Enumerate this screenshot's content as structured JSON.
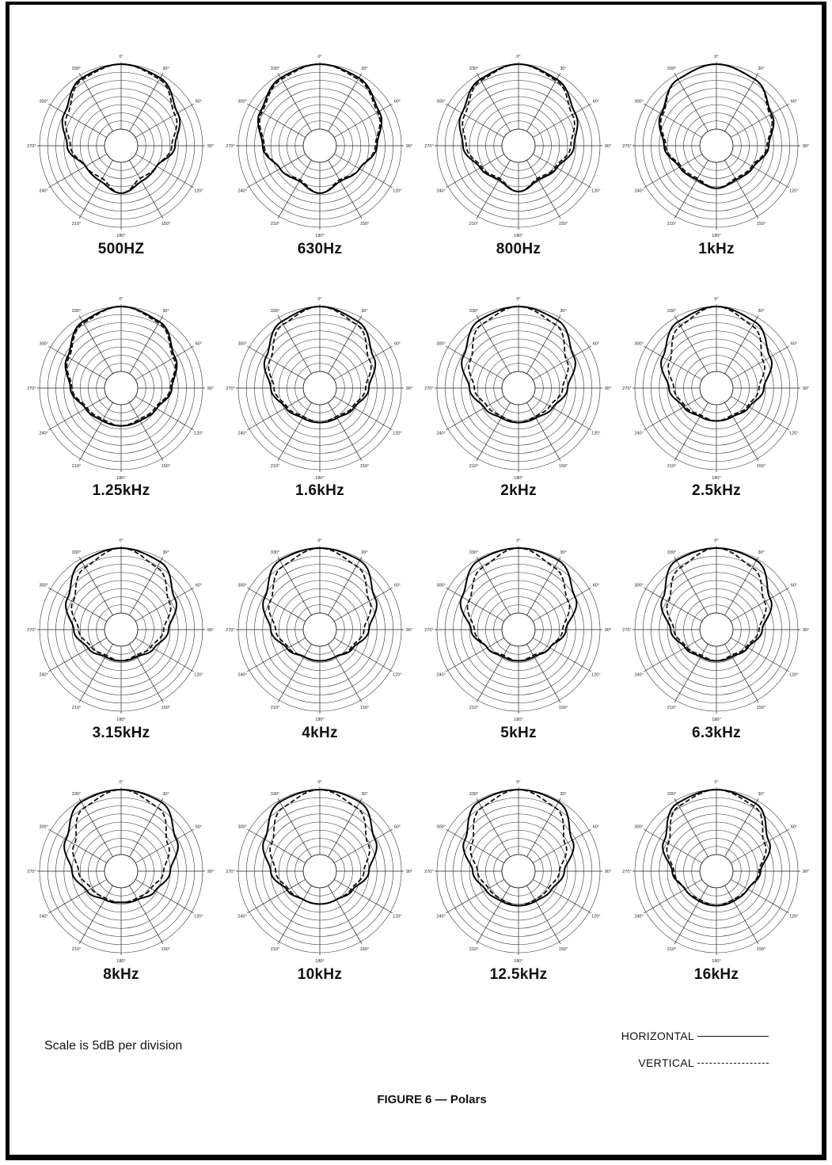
{
  "figure": {
    "caption": "FIGURE 6 — Polars",
    "scale_note": "Scale is 5dB per division",
    "legend": {
      "horizontal_label": "HORIZONTAL",
      "vertical_label": "VERTICAL"
    },
    "angle_labels": [
      "0°",
      "30°",
      "60°",
      "90°",
      "120°",
      "150°",
      "180°",
      "210°",
      "240°",
      "270°",
      "300°",
      "330°"
    ]
  },
  "chart_data": {
    "type": "polar",
    "title": "FIGURE 6 — Polars",
    "note": "Scale is 5dB per division",
    "radial_unit": "dB",
    "radial_range": [
      -40,
      0
    ],
    "radial_divisions_db": 5,
    "angles_deg": [
      0,
      30,
      60,
      90,
      120,
      150,
      180
    ],
    "symmetry": "mirror about 0°-180° axis",
    "legend": [
      {
        "name": "HORIZONTAL",
        "style": "solid"
      },
      {
        "name": "VERTICAL",
        "style": "dashed"
      }
    ],
    "plots": [
      {
        "label": "500HZ",
        "horizontal": [
          0,
          -2,
          -10,
          -17,
          -25,
          -25,
          -21
        ],
        "vertical": [
          0,
          -3,
          -12,
          -19,
          -25,
          -27,
          -21
        ]
      },
      {
        "label": "630Hz",
        "horizontal": [
          0,
          -2,
          -8,
          -15,
          -22,
          -25,
          -21
        ],
        "vertical": [
          0,
          -3,
          -9,
          -16,
          -22,
          -26,
          -21
        ]
      },
      {
        "label": "800Hz",
        "horizontal": [
          0,
          -3,
          -10,
          -16,
          -23,
          -26,
          -22
        ],
        "vertical": [
          0,
          -4,
          -12,
          -18,
          -24,
          -27,
          -22
        ]
      },
      {
        "label": "1kHz",
        "horizontal": [
          0,
          -3,
          -11,
          -18,
          -24,
          -26,
          -24
        ],
        "vertical": [
          0,
          -3,
          -12,
          -19,
          -25,
          -27,
          -24
        ]
      },
      {
        "label": "1.25kHz",
        "horizontal": [
          0,
          -3,
          -12,
          -19,
          -25,
          -27,
          -27
        ],
        "vertical": [
          0,
          -4,
          -13,
          -20,
          -26,
          -28,
          -27
        ]
      },
      {
        "label": "1.6kHz",
        "horizontal": [
          0,
          -3,
          -12,
          -20,
          -26,
          -29,
          -29
        ],
        "vertical": [
          0,
          -5,
          -15,
          -22,
          -27,
          -30,
          -29
        ]
      },
      {
        "label": "2kHz",
        "horizontal": [
          0,
          -2,
          -11,
          -20,
          -26,
          -29,
          -29
        ],
        "vertical": [
          0,
          -5,
          -16,
          -23,
          -28,
          -30,
          -29
        ]
      },
      {
        "label": "2.5kHz",
        "horizontal": [
          0,
          -3,
          -12,
          -21,
          -27,
          -30,
          -30
        ],
        "vertical": [
          0,
          -6,
          -17,
          -24,
          -28,
          -31,
          -30
        ]
      },
      {
        "label": "3.15kHz",
        "horizontal": [
          0,
          -2,
          -12,
          -21,
          -27,
          -31,
          -31
        ],
        "vertical": [
          0,
          -6,
          -16,
          -24,
          -29,
          -32,
          -31
        ]
      },
      {
        "label": "4kHz",
        "horizontal": [
          0,
          -1,
          -11,
          -20,
          -27,
          -31,
          -31
        ],
        "vertical": [
          0,
          -5,
          -15,
          -23,
          -28,
          -31,
          -31
        ]
      },
      {
        "label": "5kHz",
        "horizontal": [
          0,
          -1,
          -10,
          -21,
          -28,
          -31,
          -31
        ],
        "vertical": [
          0,
          -6,
          -15,
          -23,
          -28,
          -32,
          -31
        ]
      },
      {
        "label": "6.3kHz",
        "horizontal": [
          0,
          -1,
          -12,
          -22,
          -28,
          -31,
          -31
        ],
        "vertical": [
          0,
          -6,
          -16,
          -24,
          -29,
          -32,
          -31
        ]
      },
      {
        "label": "8kHz",
        "horizontal": [
          0,
          -1,
          -11,
          -20,
          -26,
          -30,
          -31
        ],
        "vertical": [
          0,
          -5,
          -17,
          -24,
          -29,
          -31,
          -31
        ]
      },
      {
        "label": "10kHz",
        "horizontal": [
          0,
          -1,
          -11,
          -20,
          -27,
          -30,
          -30
        ],
        "vertical": [
          0,
          -5,
          -16,
          -23,
          -28,
          -30,
          -30
        ]
      },
      {
        "label": "12.5kHz",
        "horizontal": [
          0,
          -1,
          -12,
          -22,
          -27,
          -29,
          -29
        ],
        "vertical": [
          0,
          -5,
          -17,
          -25,
          -29,
          -30,
          -29
        ]
      },
      {
        "label": "16kHz",
        "horizontal": [
          0,
          -2,
          -13,
          -23,
          -28,
          -29,
          -29
        ],
        "vertical": [
          0,
          -4,
          -16,
          -24,
          -28,
          -30,
          -29
        ]
      }
    ]
  }
}
